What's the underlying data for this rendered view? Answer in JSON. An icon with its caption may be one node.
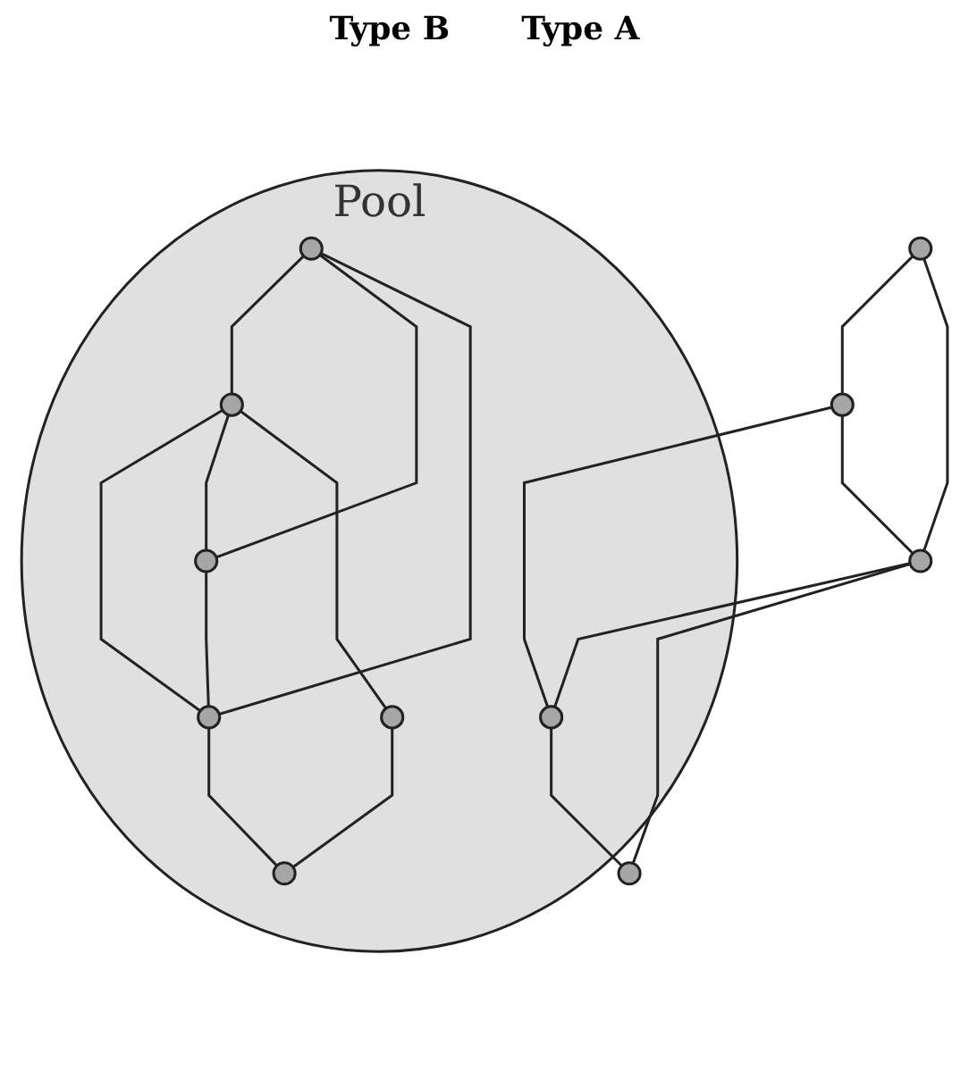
{
  "diagram": {
    "nodes": [
      {
        "text": [
          "Pool"
        ]
      },
      {
        "text": [],
        "shape": "circle"
      },
      {
        "text": [],
        "shape": "circle"
      },
      {
        "text": [],
        "shape": "circle"
      },
      {
        "text": [],
        "shape": "circle",
        "in": 0
      },
      {
        "text": [],
        "shape": "circle",
        "in": 0
      },
      {
        "text": [],
        "shape": "circle",
        "in": 0
      },
      {
        "text": [],
        "shape": "circle",
        "in": 0
      },
      {
        "text": [],
        "shape": "circle",
        "in": 0
      },
      {
        "text": [],
        "shape": "circle",
        "in": 0
      },
      {
        "text": [],
        "shape": "circle",
        "in": 0
      },
      {
        "text": [],
        "shape": "circle",
        "in": 0
      }
    ],
    "edges": [
      {
        "from": 1,
        "to": 2,
        "arrow": "none"
      },
      {
        "from": 1,
        "to": 3,
        "arrow": "none"
      },
      {
        "from": 2,
        "to": 3,
        "arrow": "none"
      },
      {
        "from": 2,
        "to": 4,
        "arrow": "none"
      },
      {
        "from": 3,
        "to": 4,
        "arrow": "none"
      },
      {
        "from": 4,
        "to": 5,
        "arrow": "none"
      },
      {
        "from": 3,
        "to": 5,
        "arrow": "none"
      },
      {
        "from": 6,
        "to": 8,
        "arrow": "none"
      },
      {
        "from": 6,
        "to": 9,
        "arrow": "none"
      },
      {
        "from": 6,
        "to": 7,
        "arrow": "none"
      },
      {
        "from": 8,
        "to": 7,
        "arrow": "none"
      },
      {
        "from": 8,
        "to": 9,
        "arrow": "none"
      },
      {
        "from": 9,
        "to": 7,
        "arrow": "none"
      },
      {
        "from": 8,
        "to": 10,
        "arrow": "none"
      },
      {
        "from": 10,
        "to": 11,
        "arrow": "none"
      },
      {
        "from": 7,
        "to": 11,
        "arrow": "none"
      }
    ],
    "labels": [
      "Type B",
      "Type A"
    ]
  }
}
